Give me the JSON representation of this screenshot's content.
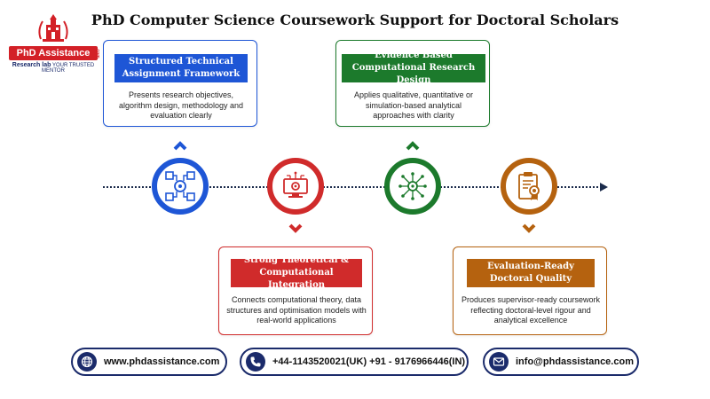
{
  "page": {
    "title": "PhD Computer Science Coursework Support for Doctoral Scholars"
  },
  "logo": {
    "name": "PhD Assistance",
    "sub_bold": "Research lab",
    "sub_tag": "YOUR TRUSTED MENTOR",
    "side": ".com"
  },
  "steps": [
    {
      "heading": "Structured Technical Assignment Framework",
      "body": "Presents research objectives, algorithm design, methodology and evaluation clearly",
      "color": "#1e56d6",
      "icon": "workflow-diagram-icon"
    },
    {
      "heading": "Strong Theoretical & Computational Integration",
      "body": "Connects computational theory, data structures and optimisation models with real-world applications",
      "color": "#d02b2b",
      "icon": "computer-gear-icon"
    },
    {
      "heading": "Evidence Based Computational Research Design",
      "body": "Applies qualitative, quantitative or simulation-based analytical approaches with clarity",
      "color": "#1c7a2c",
      "icon": "network-hub-icon"
    },
    {
      "heading": "Evaluation-Ready Doctoral Quality",
      "body": "Produces supervisor-ready coursework reflecting doctoral-level rigour and analytical excellence",
      "color": "#b5620f",
      "icon": "certificate-clipboard-icon"
    }
  ],
  "contact": {
    "website": "www.phdassistance.com",
    "phone": "+44-1143520021(UK) +91 - 9176966446(IN)",
    "email": "info@phdassistance.com",
    "accent": "#1b2b6b"
  }
}
